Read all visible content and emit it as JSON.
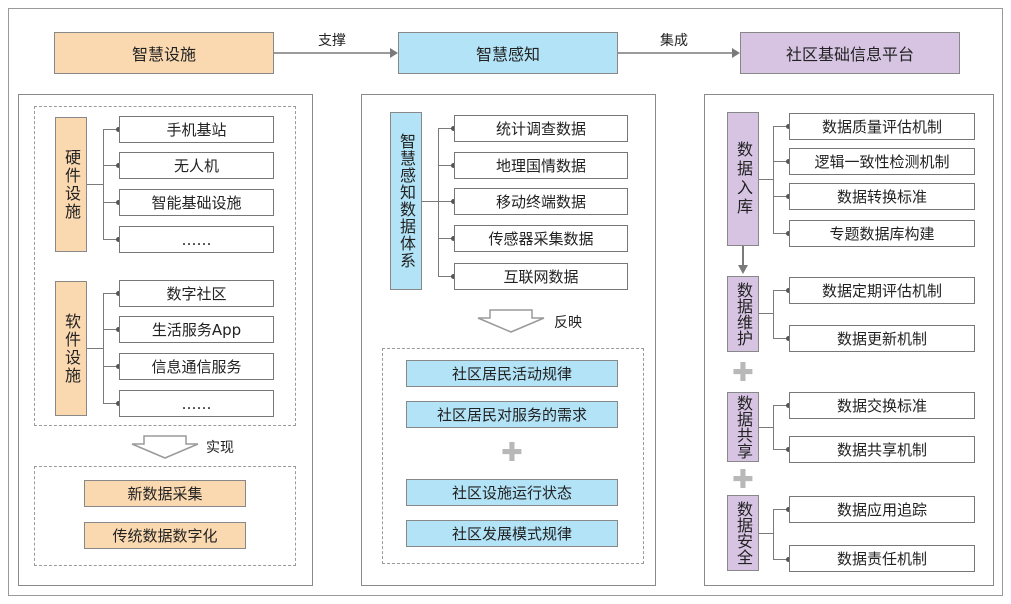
{
  "top": {
    "smart_facilities": "智慧设施",
    "smart_perception": "智慧感知",
    "platform": "社区基础信息平台",
    "support": "支撑",
    "integration": "集成"
  },
  "left": {
    "hardware_label": "硬件设施",
    "hardware_items": [
      "手机基站",
      "无人机",
      "智能基础设施",
      "……"
    ],
    "software_label": "软件设施",
    "software_items": [
      "数字社区",
      "生活服务App",
      "信息通信服务",
      "……"
    ],
    "realize": "实现",
    "results": [
      "新数据采集",
      "传统数据数字化"
    ]
  },
  "middle": {
    "system_label": "智慧感知数据体系",
    "items": [
      "统计调查数据",
      "地理国情数据",
      "移动终端数据",
      "传感器采集数据",
      "互联网数据"
    ],
    "reflect": "反映",
    "results": [
      "社区居民活动规律",
      "社区居民对服务的需求",
      "社区设施运行状态",
      "社区发展模式规律"
    ]
  },
  "right": {
    "groups": [
      {
        "label": "数据入库",
        "items": [
          "数据质量评估机制",
          "逻辑一致性检测机制",
          "数据转换标准",
          "专题数据库构建"
        ]
      },
      {
        "label": "数据维护",
        "items": [
          "数据定期评估机制",
          "数据更新机制"
        ]
      },
      {
        "label": "数据共享",
        "items": [
          "数据交换标准",
          "数据共享机制"
        ]
      },
      {
        "label": "数据安全",
        "items": [
          "数据应用追踪",
          "数据责任机制"
        ]
      }
    ]
  },
  "colors": {
    "orange": "#fbd9b0",
    "blue": "#b3e3f7",
    "purple": "#d7c4e3",
    "line": "#7a7a7a"
  }
}
